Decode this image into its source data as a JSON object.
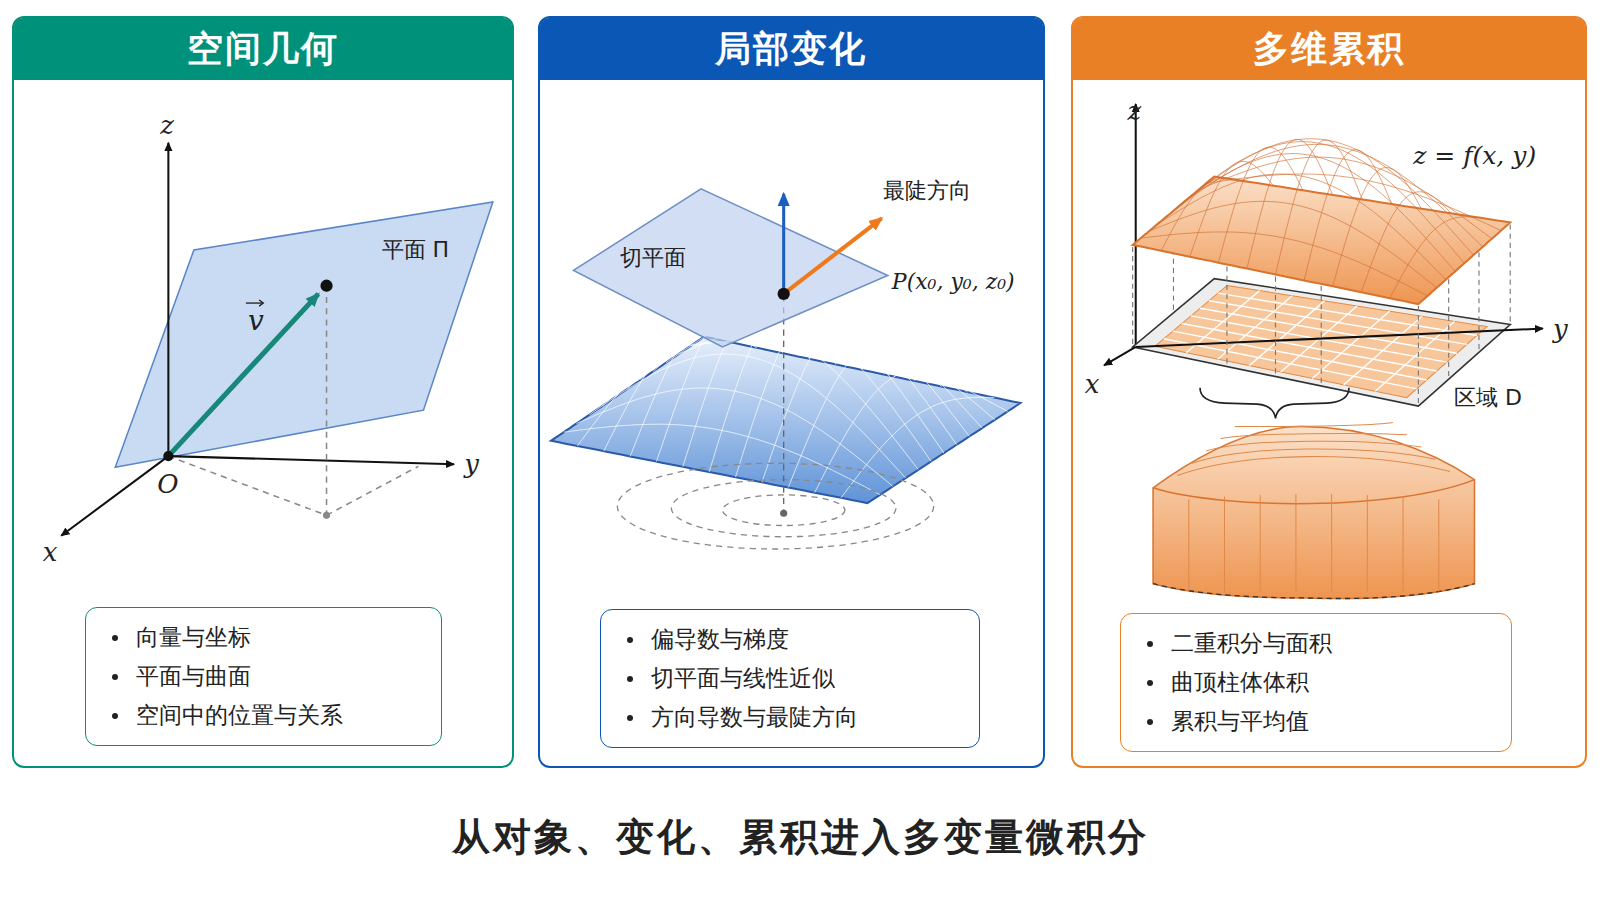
{
  "diagram": {
    "caption": "从对象、变化、累积进入多变量微积分",
    "nodes": [
      {
        "text": [
          "空间几何"
        ]
      },
      {
        "text": [
          "向量与坐标",
          "平面与曲面",
          "空间中的位置与关系"
        ],
        "in": 0
      },
      {
        "text": [
          "局部变化"
        ]
      },
      {
        "text": [
          "偏导数与梯度",
          "切平面与线性近似",
          "方向导数与最陡方向"
        ],
        "in": 2
      },
      {
        "text": [
          "多维累积"
        ]
      },
      {
        "text": [
          "二重积分与面积",
          "曲顶柱体体积",
          "累积与平均值"
        ],
        "in": 4
      }
    ],
    "labels": [
      "z",
      "y",
      "x",
      "O",
      "平面 Π",
      "v",
      "切平面",
      "最陡方向",
      "P(x₀, y₀, z₀)",
      "z",
      "z = f(x, y)",
      "y",
      "x",
      "区域 D"
    ]
  }
}
